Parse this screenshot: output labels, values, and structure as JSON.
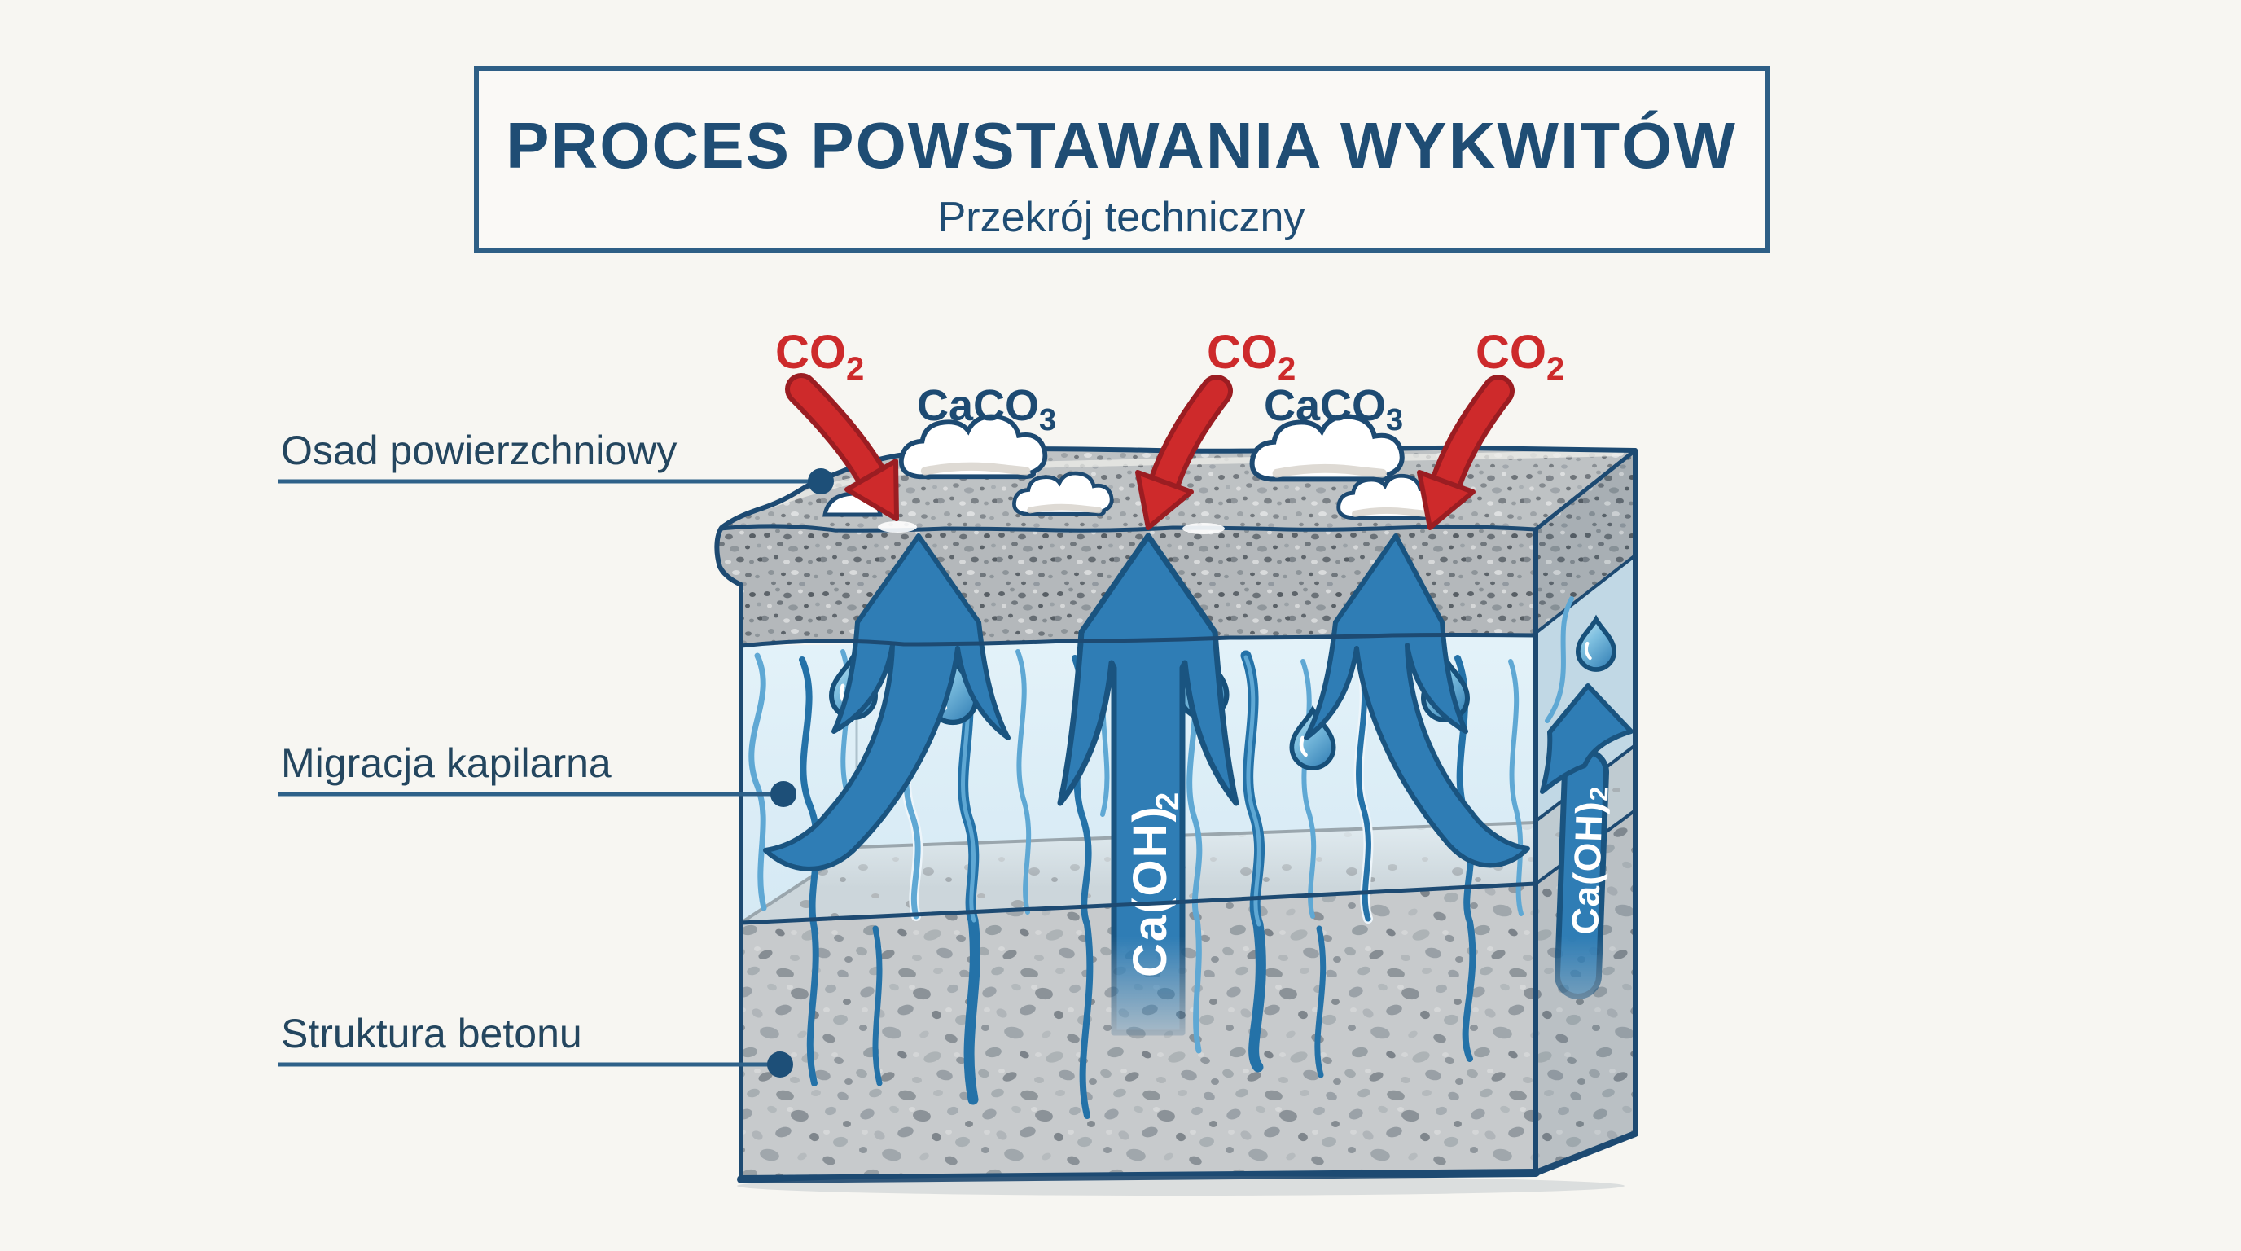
{
  "title": {
    "text": "PROCES POWSTAWANIA WYKWITÓW",
    "subtitle": "Przekrój techniczny"
  },
  "layer_labels": [
    {
      "id": "surface-deposit",
      "text": "Osad powierzchniowy"
    },
    {
      "id": "capillary-migration",
      "text": "Migracja kapilarna"
    },
    {
      "id": "concrete-structure",
      "text": "Struktura betonu"
    }
  ],
  "chemistry": {
    "co2": {
      "base": "CO",
      "sub": "2"
    },
    "caco3": {
      "base": "CaCO",
      "sub": "3"
    },
    "caoh2": {
      "base": "Ca(OH)",
      "sub": "2"
    }
  },
  "colors": {
    "background": "#f7f6f2",
    "box_fill": "#faf9f6",
    "navy": "#1d4a72",
    "navy_text": "#1f4d74",
    "label": "#24465f",
    "leader": "#2e6189",
    "red": "#cd2a2b",
    "red_dark": "#9b1d22",
    "blue_arrow": "#2f7db5",
    "blue_arrow_dark": "#1a5480",
    "capillary_light": "#5fa8d4",
    "capillary_dark": "#2472a8",
    "blue_layer": "#dcedf6",
    "droplet": "#4b97c8",
    "granite_base": "#b4b8bb",
    "concrete_base": "#c7cacc",
    "floor_base": "#ccd6db"
  }
}
